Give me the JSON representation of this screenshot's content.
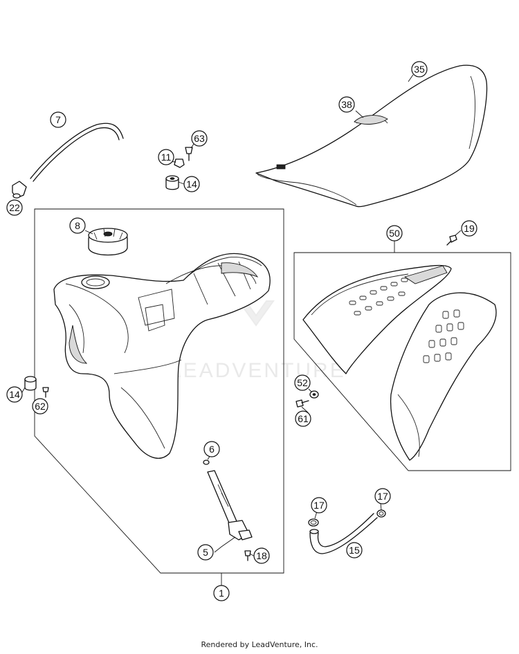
{
  "watermark": {
    "text": "LEADVENTURE",
    "color": "#cfcfcf"
  },
  "footer": {
    "text": "Rendered by LeadVenture, Inc."
  },
  "callouts": {
    "c35": "35",
    "c38": "38",
    "c7": "7",
    "c63": "63",
    "c11": "11",
    "c14a": "14",
    "c22": "22",
    "c8": "8",
    "c50": "50",
    "c19": "19",
    "c14b": "14",
    "c62": "62",
    "c52": "52",
    "c61": "61",
    "c6": "6",
    "c17a": "17",
    "c17b": "17",
    "c5": "5",
    "c18": "18",
    "c15": "15",
    "c1": "1"
  },
  "parts": [
    "seat",
    "seat-cover-detail",
    "vent-hose",
    "hose-fitting",
    "screw",
    "nut",
    "rubber-bushing",
    "fuel-cap",
    "fuel-tank",
    "radiator-shroud-kit",
    "fuel-tap",
    "hose-clamp",
    "fuel-hose",
    "o-ring"
  ]
}
